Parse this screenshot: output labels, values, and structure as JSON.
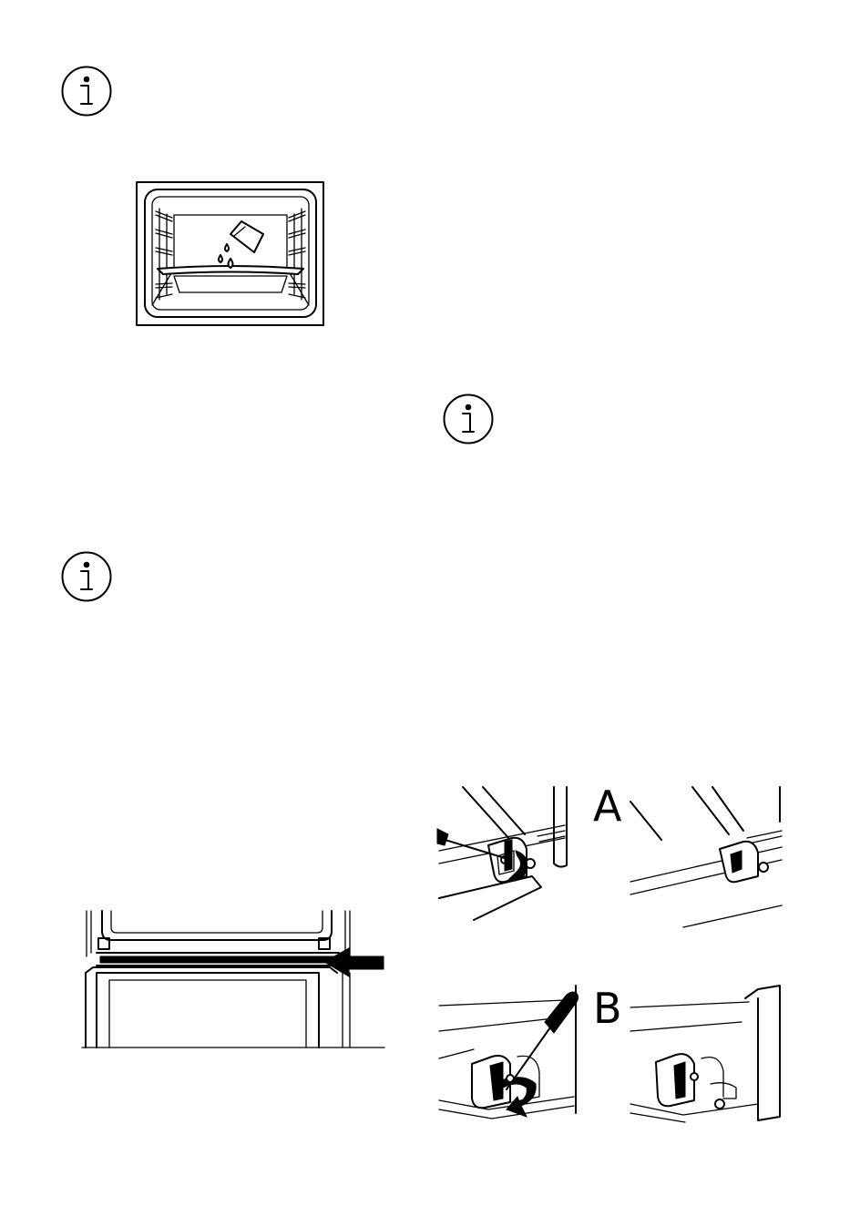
{
  "page": {
    "background": "#ffffff",
    "ink": "#000000"
  },
  "info_icons": [
    {
      "name": "info-icon",
      "glyph": "i"
    },
    {
      "name": "info-icon",
      "glyph": "i"
    },
    {
      "name": "info-icon",
      "glyph": "i"
    }
  ],
  "illustrations": {
    "oven_cavity": {
      "icon": "oven-cavity-water-pouring-illustration"
    },
    "door_gasket": {
      "icon": "door-gasket-arrow-illustration"
    },
    "hinge_a": {
      "label": "A",
      "icon": "hinge-unlock-illustration"
    },
    "hinge_b": {
      "label": "B",
      "icon": "hinge-lock-illustration"
    }
  }
}
